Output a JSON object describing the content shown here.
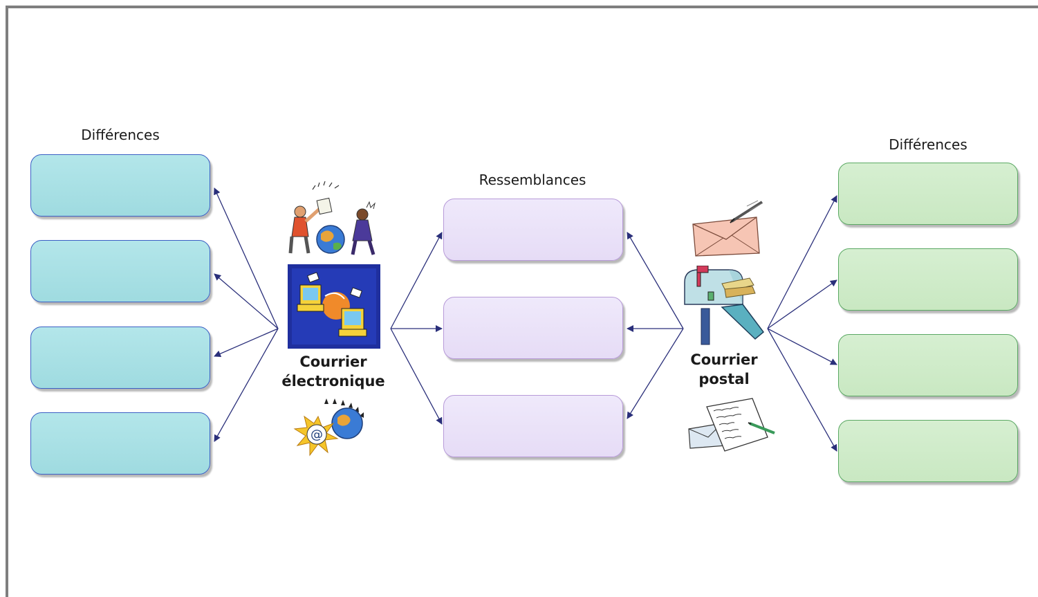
{
  "headings": {
    "left_differences": "Différences",
    "similarities": "Ressemblances",
    "right_differences": "Différences"
  },
  "labels": {
    "email_line1": "Courrier",
    "email_line2": "électronique",
    "postal_line1": "Courrier",
    "postal_line2": "postal"
  },
  "left_boxes": [
    "",
    "",
    "",
    ""
  ],
  "middle_boxes": [
    "",
    "",
    ""
  ],
  "right_boxes": [
    "",
    "",
    "",
    ""
  ],
  "icons": {
    "email_top": "people-exchanging-globe-clipart",
    "email_main": "computers-exchanging-mail-clipart",
    "email_bottom": "email-globe-clipart",
    "postal_top": "envelope-with-pen-clipart",
    "postal_main": "mailbox-clipart",
    "postal_bottom": "handwritten-letter-clipart"
  },
  "colors": {
    "left_box_fill": "#a9e0e5",
    "left_box_border": "#3a5fc4",
    "middle_box_fill": "#ebe3f8",
    "middle_box_border": "#b79ad8",
    "right_box_fill": "#d0ecca",
    "right_box_border": "#5aa863",
    "connector": "#2a2f7a"
  }
}
